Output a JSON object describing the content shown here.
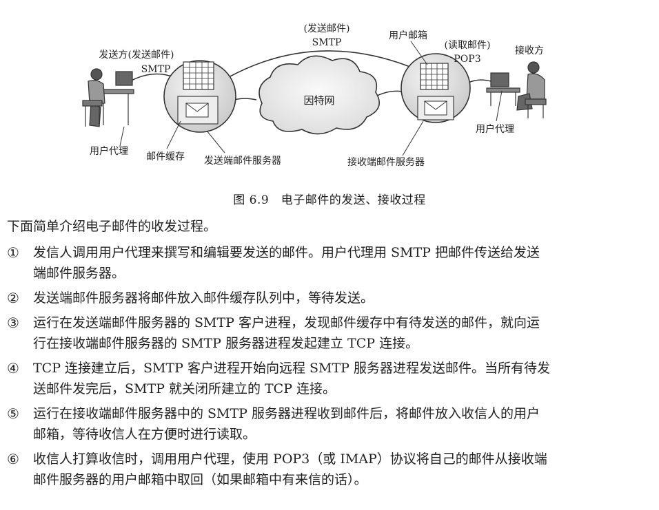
{
  "figure": {
    "sender": "发送方(发送邮件)",
    "sender_proto": "SMTP",
    "top_action": "(发送邮件)",
    "top_proto": "SMTP",
    "mailbox": "用户邮箱",
    "read_action": "(读取邮件)",
    "read_proto": "POP3",
    "receiver": "接收方",
    "internet": "因特网",
    "user_agent_left": "用户代理",
    "mail_cache": "邮件缓存",
    "sender_server": "发送端邮件服务器",
    "receiver_server": "接收端邮件服务器",
    "user_agent_right": "用户代理"
  },
  "caption": "图 6.9　电子邮件的发送、接收过程",
  "intro": "下面简单介绍电子邮件的收发过程。",
  "steps": [
    {
      "num": "①",
      "line1": "发信人调用用户代理来撰写和编辑要发送的邮件。用户代理用 SMTP 把邮件传送给发送",
      "line2": "端邮件服务器。"
    },
    {
      "num": "②",
      "line1": "发送端邮件服务器将邮件放入邮件缓存队列中，等待发送。",
      "line2": ""
    },
    {
      "num": "③",
      "line1": "运行在发送端邮件服务器的 SMTP 客户进程，发现邮件缓存中有待发送的邮件，就向运",
      "line2": "行在接收端邮件服务器的 SMTP 服务器进程发起建立 TCP 连接。"
    },
    {
      "num": "④",
      "line1": "TCP 连接建立后，SMTP 客户进程开始向远程 SMTP 服务器进程发送邮件。当所有待发",
      "line2": "送邮件发完后，SMTP 就关闭所建立的 TCP 连接。"
    },
    {
      "num": "⑤",
      "line1": "运行在接收端邮件服务器中的 SMTP 服务器进程收到邮件后，将邮件放入收信人的用户",
      "line2": "邮箱，等待收信人在方便时进行读取。"
    },
    {
      "num": "⑥",
      "line1": "收信人打算收信时，调用用户代理，使用 POP3（或 IMAP）协议将自己的邮件从接收端",
      "line2": "邮件服务器的用户邮箱中取回（如果邮箱中有来信的话）。"
    }
  ]
}
